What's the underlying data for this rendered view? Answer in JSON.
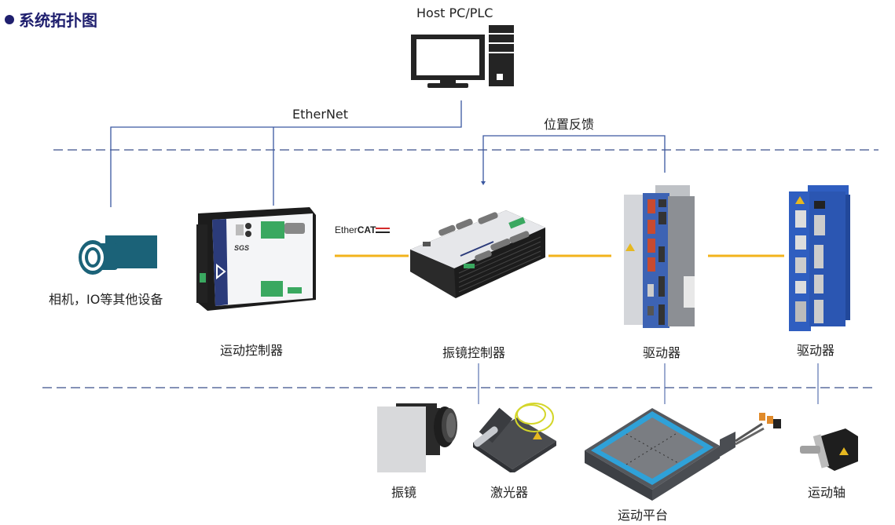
{
  "title": "系统拓扑图",
  "host": {
    "label": "Host PC/PLC",
    "icon": "desktop-computer-icon"
  },
  "links": {
    "ethernet": "EtherNet",
    "position_feedback": "位置反馈",
    "ethercat_logo_prefix": "Ether",
    "ethercat_logo_bold": "CAT"
  },
  "nodes": {
    "camera": {
      "label": "相机，IO等其他设备",
      "icon": "camera-icon"
    },
    "motion_controller": {
      "label": "运动控制器",
      "brand": "SGS"
    },
    "galvo_controller": {
      "label": "振镜控制器"
    },
    "drive1": {
      "label": "驱动器"
    },
    "drive2": {
      "label": "驱动器"
    },
    "galvo": {
      "label": "振镜"
    },
    "laser": {
      "label": "激光器"
    },
    "motion_stage": {
      "label": "运动平台"
    },
    "motion_axis": {
      "label": "运动轴"
    }
  },
  "colors": {
    "title": "#1f1f6e",
    "connector": "#3a57a0",
    "dashed": "#3a4f8a",
    "ethercat_line": "#f2b31c",
    "camera": "#1b6278"
  }
}
